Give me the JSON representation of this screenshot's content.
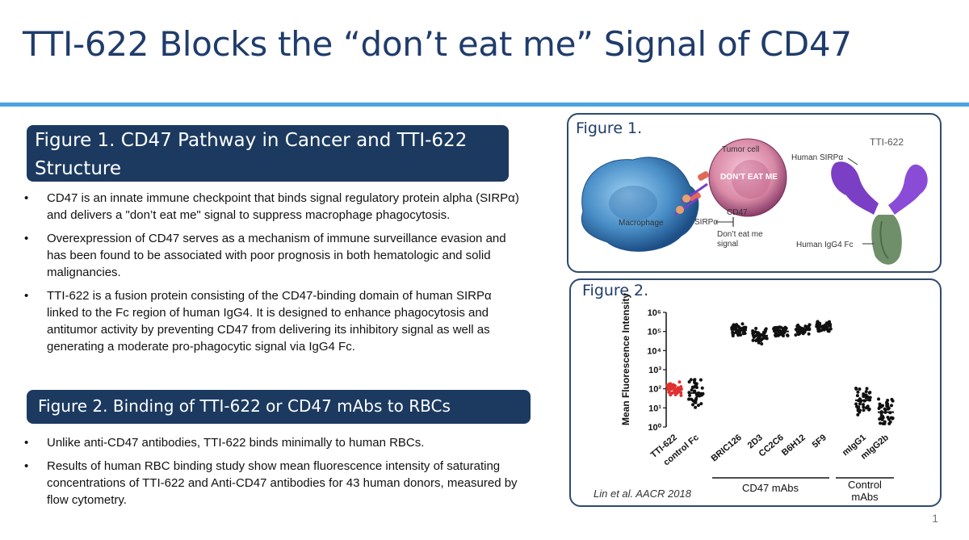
{
  "slide": {
    "title": "TTI-622 Blocks the “don’t eat me” Signal of CD47",
    "page_number": "1"
  },
  "section1": {
    "heading_line1": "Figure 1. CD47 Pathway in Cancer and TTI-622",
    "heading_line2": "Structure",
    "bullets": [
      "CD47 is an innate immune checkpoint that binds signal regulatory protein alpha (SIRPα) and delivers a \"don’t eat me\" signal to suppress macrophage phagocytosis.",
      "Overexpression of CD47 serves as a mechanism of immune surveillance evasion and has been found to be associated with poor prognosis in both hematologic and solid malignancies.",
      "TTI-622 is a fusion protein consisting of the CD47-binding domain of human SIRPα linked to the Fc region of human IgG4. It is designed to enhance phagocytosis and antitumor activity by preventing CD47 from delivering its inhibitory signal as well as generating a moderate pro-phagocytic signal via IgG4 Fc."
    ]
  },
  "section2": {
    "heading": "Figure 2. Binding of TTI-622 or CD47 mAbs to RBCs",
    "bullets": [
      "Unlike anti-CD47 antibodies, TTI-622 binds minimally to human RBCs.",
      "Results of human RBC binding study show mean fluorescence intensity of saturating concentrations of TTI-622 and Anti-CD47 antibodies for 43 human donors, measured by flow cytometry."
    ]
  },
  "figure1": {
    "label": "Figure 1.",
    "labels": {
      "tumor_cell": "Tumor cell",
      "dont_eat_me": "DON’T EAT ME",
      "macrophage": "Macrophage",
      "sirpa": "SIRPα",
      "cd47": "CD47",
      "signal_line1": "Don’t eat me",
      "signal_line2": "signal",
      "tti622": "TTI-622",
      "human_sirpa": "Human SIRPα",
      "human_igg4": "Human IgG4 Fc"
    },
    "colors": {
      "macrophage": "#4a8fc8",
      "tumor": "#d98aa6",
      "sirpa_domain": "#7a3fc4",
      "fc_domain": "#6f8f6a"
    }
  },
  "figure2": {
    "label": "Figure 2.",
    "credit": "Lin et al. AACR 2018",
    "group_labels": {
      "cd47_mabs": "CD47 mAbs",
      "control_line1": "Control",
      "control_line2": "mAbs"
    }
  },
  "chart_data": {
    "type": "scatter",
    "ylabel": "Mean Fluorescence Intensity",
    "yscale": "log",
    "ylim": [
      1,
      1000000
    ],
    "yticks": [
      {
        "value": 1,
        "label": "10⁰"
      },
      {
        "value": 10,
        "label": "10¹"
      },
      {
        "value": 100,
        "label": "10²"
      },
      {
        "value": 1000,
        "label": "10³"
      },
      {
        "value": 10000,
        "label": "10⁴"
      },
      {
        "value": 100000,
        "label": "10⁵"
      },
      {
        "value": 1000000,
        "label": "10⁶"
      }
    ],
    "categories": [
      "TTI-622",
      "control Fc",
      "BRIC126",
      "2D3",
      "CC2C6",
      "B6H12",
      "5F9",
      "mIgG1",
      "mIgG2b"
    ],
    "series": [
      {
        "category": "TTI-622",
        "color": "#e03030",
        "median": 100,
        "low": 40,
        "high": 250
      },
      {
        "category": "control Fc",
        "color": "#111111",
        "median": 60,
        "low": 8,
        "high": 500
      },
      {
        "category": "BRIC126",
        "color": "#111111",
        "median": 120000,
        "low": 40000,
        "high": 250000
      },
      {
        "category": "2D3",
        "color": "#111111",
        "median": 60000,
        "low": 20000,
        "high": 150000
      },
      {
        "category": "CC2C6",
        "color": "#111111",
        "median": 100000,
        "low": 40000,
        "high": 200000
      },
      {
        "category": "B6H12",
        "color": "#111111",
        "median": 130000,
        "low": 60000,
        "high": 300000
      },
      {
        "category": "5F9",
        "color": "#111111",
        "median": 180000,
        "low": 80000,
        "high": 350000
      },
      {
        "category": "mIgG1",
        "color": "#111111",
        "median": 25,
        "low": 3,
        "high": 200
      },
      {
        "category": "mIgG2b",
        "color": "#111111",
        "median": 6,
        "low": 1.5,
        "high": 60
      }
    ],
    "n_per_group": 43
  }
}
